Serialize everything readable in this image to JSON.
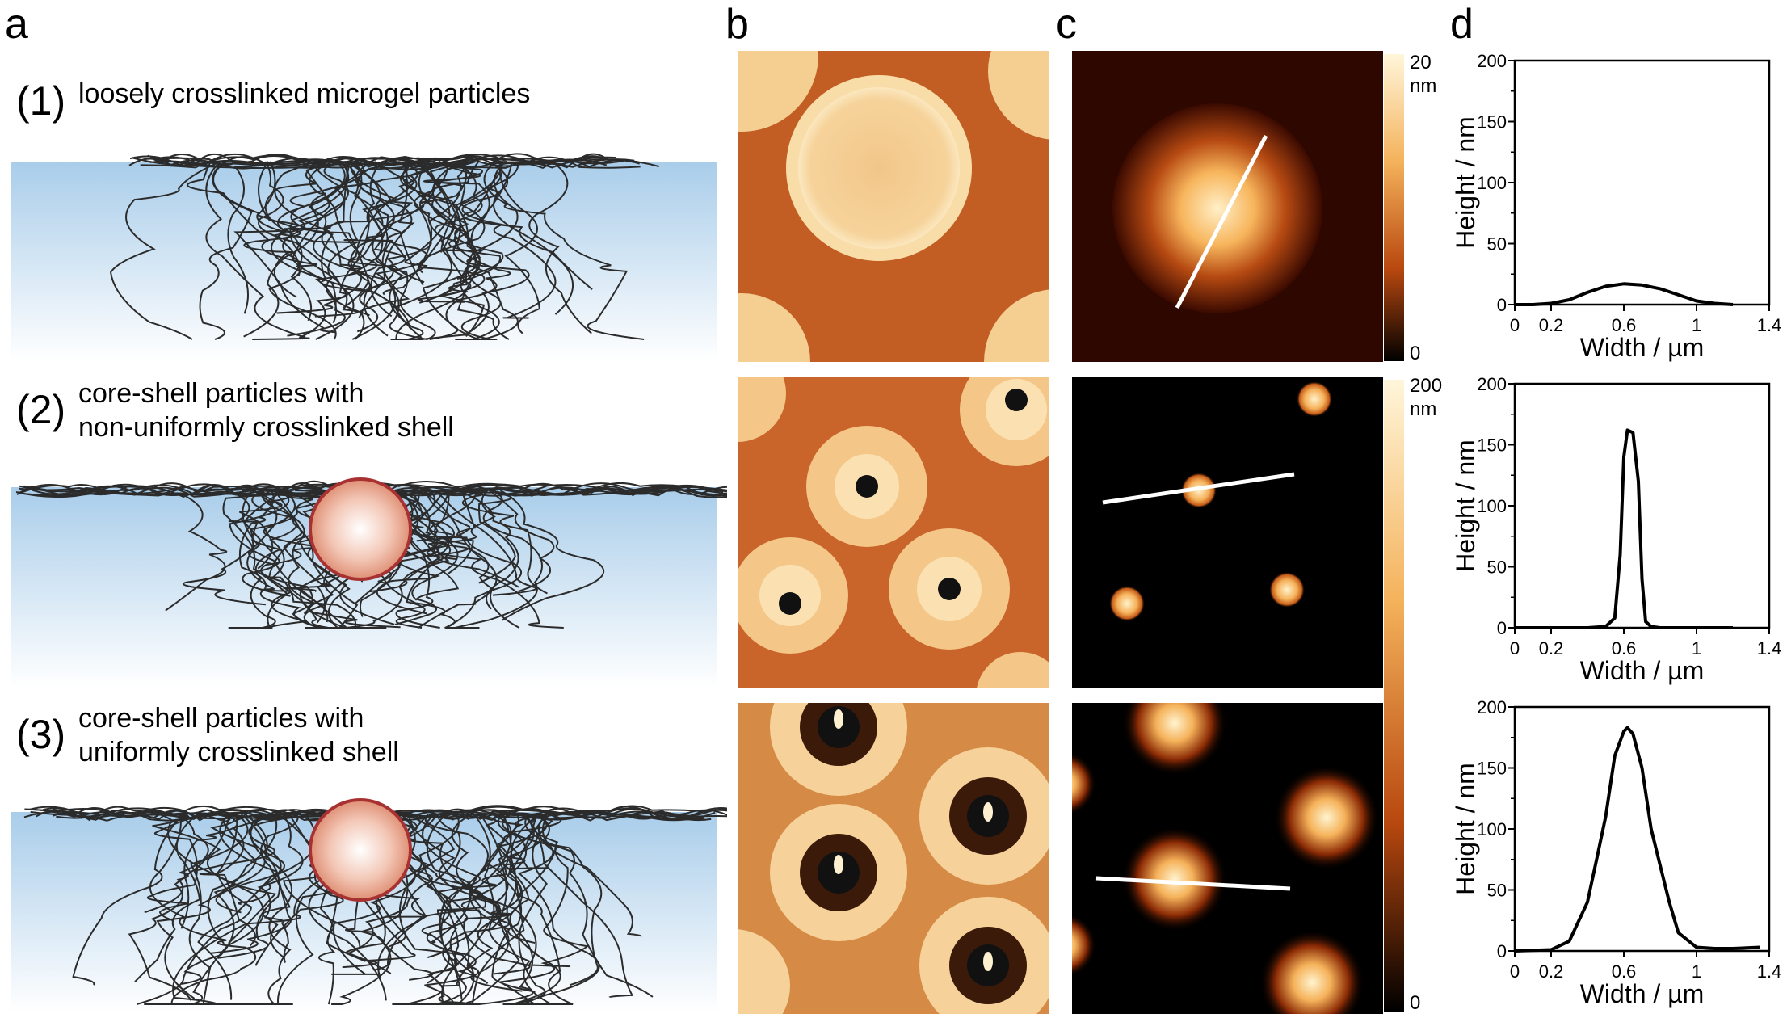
{
  "panels": {
    "a": "a",
    "b": "b",
    "c": "c",
    "d": "d"
  },
  "schematics": [
    {
      "number": "(1)",
      "line1": "loosely crosslinked microgel particles",
      "line2": ""
    },
    {
      "number": "(2)",
      "line1": "core-shell particles with",
      "line2": "non-uniformly crosslinked shell"
    },
    {
      "number": "(3)",
      "line1": "core-shell particles with",
      "line2": "uniformly crosslinked shell"
    }
  ],
  "colorbars": [
    {
      "max": "20",
      "unit": "nm",
      "min": "0"
    },
    {
      "max": "200",
      "unit": "nm",
      "min": "0"
    }
  ],
  "colors": {
    "water_top": "#a9cdea",
    "water_bottom": "#ffffff",
    "afm_dark": "#000000",
    "afm_mid": "#c4561b",
    "afm_light": "#fff3d2",
    "core_edge": "#a83232"
  },
  "chart_data": [
    {
      "type": "line",
      "xlabel": "Width / µm",
      "ylabel": "Height / nm",
      "xlim": [
        0,
        1.4
      ],
      "ylim": [
        0,
        200
      ],
      "xticks": [
        "0",
        "0.2",
        "0.6",
        "1",
        "1.4"
      ],
      "yticks": [
        "0",
        "50",
        "100",
        "150",
        "200"
      ],
      "series": [
        {
          "x": [
            0,
            0.1,
            0.2,
            0.3,
            0.4,
            0.5,
            0.6,
            0.7,
            0.8,
            0.9,
            1.0,
            1.1,
            1.2
          ],
          "y": [
            0,
            0,
            1,
            4,
            10,
            15,
            17,
            16,
            13,
            8,
            3,
            1,
            0
          ]
        }
      ]
    },
    {
      "type": "line",
      "xlabel": "Width / µm",
      "ylabel": "Height / nm",
      "xlim": [
        0,
        1.4
      ],
      "ylim": [
        0,
        200
      ],
      "xticks": [
        "0",
        "0.2",
        "0.6",
        "1",
        "1.4"
      ],
      "yticks": [
        "0",
        "50",
        "100",
        "150",
        "200"
      ],
      "series": [
        {
          "x": [
            0,
            0.2,
            0.4,
            0.5,
            0.55,
            0.58,
            0.6,
            0.62,
            0.65,
            0.68,
            0.7,
            0.72,
            0.75,
            0.8,
            1.0,
            1.2
          ],
          "y": [
            0,
            0,
            0,
            1,
            8,
            60,
            140,
            162,
            160,
            120,
            40,
            5,
            1,
            0,
            0,
            0
          ]
        }
      ]
    },
    {
      "type": "line",
      "xlabel": "Width / µm",
      "ylabel": "Height / nm",
      "xlim": [
        0,
        1.4
      ],
      "ylim": [
        0,
        200
      ],
      "xticks": [
        "0",
        "0.2",
        "0.6",
        "1",
        "1.4"
      ],
      "yticks": [
        "0",
        "50",
        "100",
        "150",
        "200"
      ],
      "series": [
        {
          "x": [
            0,
            0.2,
            0.3,
            0.4,
            0.45,
            0.5,
            0.55,
            0.6,
            0.62,
            0.65,
            0.7,
            0.75,
            0.8,
            0.85,
            0.9,
            1.0,
            1.1,
            1.2,
            1.35
          ],
          "y": [
            0,
            1,
            8,
            40,
            75,
            110,
            160,
            180,
            183,
            178,
            150,
            100,
            70,
            40,
            15,
            3,
            2,
            2,
            3
          ]
        }
      ]
    }
  ]
}
